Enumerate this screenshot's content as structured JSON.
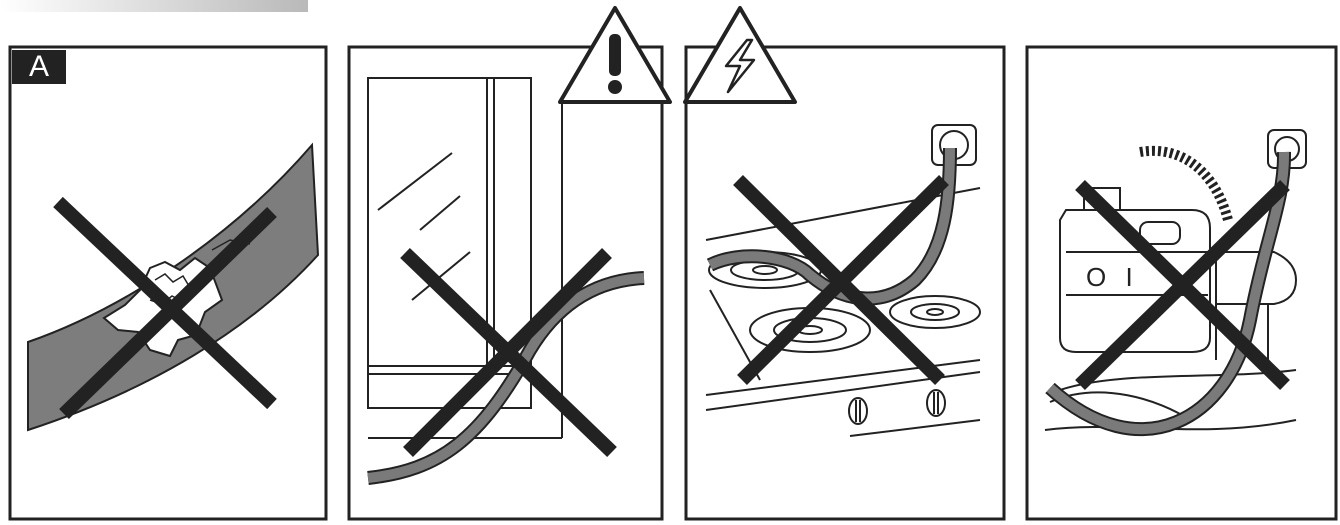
{
  "panels": [
    {
      "label": "A",
      "depicts": "damaged-cable"
    },
    {
      "label": "",
      "depicts": "cable-trapped-in-door"
    },
    {
      "label": "",
      "depicts": "cable-on-hot-hob"
    },
    {
      "label": "",
      "depicts": "cable-near-fuel-can"
    }
  ],
  "warnings": [
    {
      "icon": "exclamation-warning-icon"
    },
    {
      "icon": "electric-shock-warning-icon"
    }
  ],
  "fuel_can_label": "O I",
  "colors": {
    "ink": "#222222",
    "cable": "#7a7a7a",
    "fill_grey": "#7d7d7d",
    "background": "#ffffff"
  }
}
